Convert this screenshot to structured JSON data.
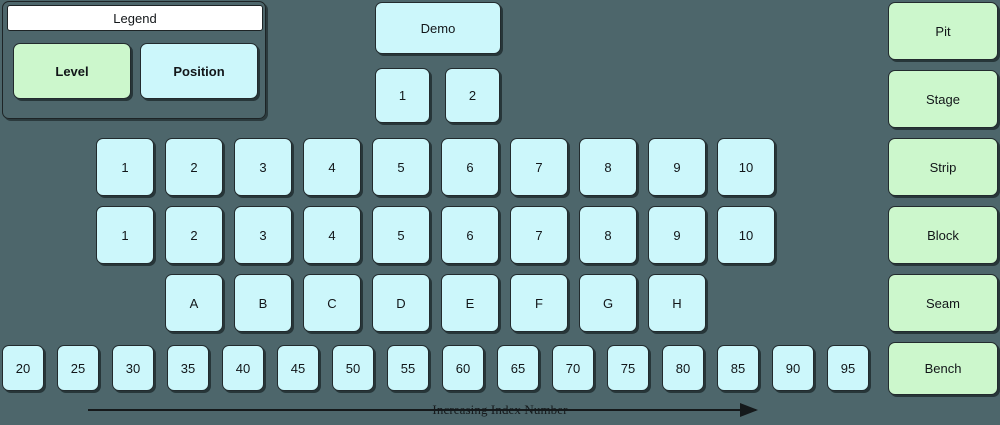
{
  "legend": {
    "title": "Legend",
    "items": [
      {
        "label": "Level",
        "color": "#ccf7cc"
      },
      {
        "label": "Position",
        "color": "#ccf7fb"
      }
    ]
  },
  "demo": {
    "label": "Demo",
    "children": [
      "1",
      "2"
    ]
  },
  "levels": [
    {
      "label": "Pit"
    },
    {
      "label": "Stage"
    },
    {
      "label": "Strip"
    },
    {
      "label": "Block"
    },
    {
      "label": "Seam"
    },
    {
      "label": "Bench"
    }
  ],
  "rows": {
    "row_pit": [
      "1",
      "2",
      "3",
      "4",
      "5",
      "6",
      "7",
      "8",
      "9",
      "10"
    ],
    "row_stage": [
      "1",
      "2",
      "3",
      "4",
      "5",
      "6",
      "7",
      "8",
      "9",
      "10"
    ],
    "row_strip": [
      "A",
      "B",
      "C",
      "D",
      "E",
      "F",
      "G",
      "H"
    ],
    "row_bench": [
      "20",
      "25",
      "30",
      "35",
      "40",
      "45",
      "50",
      "55",
      "60",
      "65",
      "70",
      "75",
      "80",
      "85",
      "90",
      "95"
    ]
  },
  "axis": {
    "label": "Increasing Index Number",
    "direction": "right"
  },
  "colors": {
    "background": "#4d666b",
    "position_fill": "#ccf7fb",
    "level_fill": "#ccf7cc",
    "header_fill": "#ffffff",
    "border": "#222b2e"
  }
}
